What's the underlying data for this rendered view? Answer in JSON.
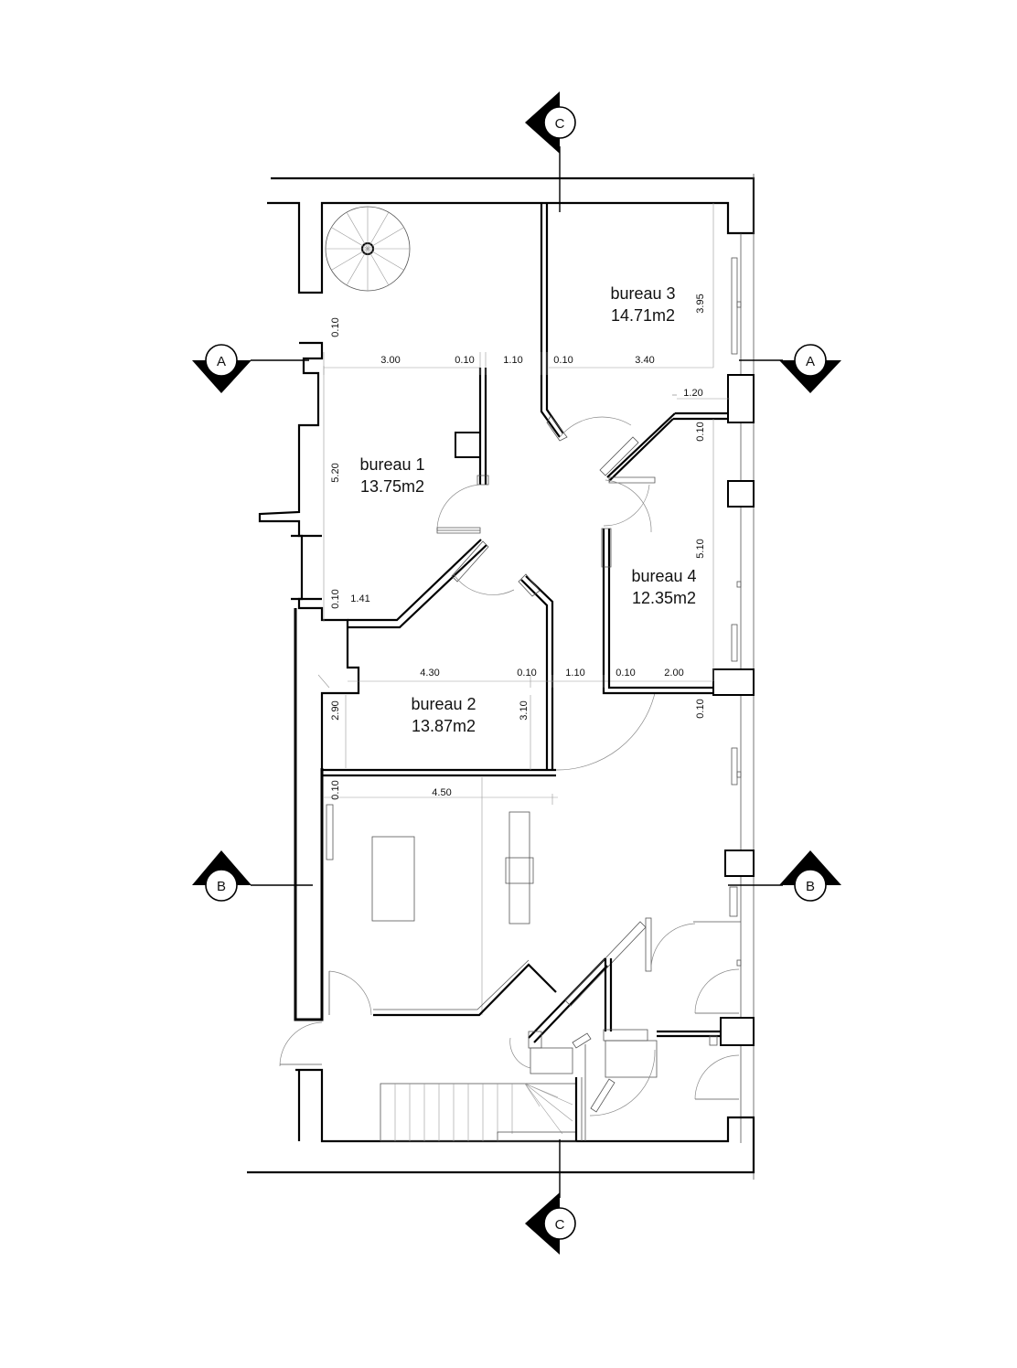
{
  "rooms": [
    {
      "name": "bureau 1",
      "area": "13.75m2"
    },
    {
      "name": "bureau 2",
      "area": "13.87m2"
    },
    {
      "name": "bureau 3",
      "area": "14.71m2"
    },
    {
      "name": "bureau 4",
      "area": "12.35m2"
    }
  ],
  "dimensions": {
    "top_row": [
      "3.00",
      "0.10",
      "1.10",
      "0.10",
      "3.40"
    ],
    "bureau3_height": "3.95",
    "bureau3_top_offset": "0.10",
    "bureau4_width_top": "1.20",
    "bureau4_right_offset": "0.10",
    "bureau4_height": "5.10",
    "bureau1_height": "5.20",
    "bureau1_bottom_offset": "0.10",
    "bureau1_diag": "1.41",
    "mid_row": [
      "4.30",
      "0.10",
      "1.10",
      "0.10",
      "2.00"
    ],
    "bureau2_left": "2.90",
    "bureau2_right": "3.10",
    "bureau4_bottom_offset": "0.10",
    "bottom_row_offset": "0.10",
    "bottom_row_width": "4.50"
  },
  "section_markers": {
    "a_left": "A",
    "a_right": "A",
    "b_left": "B",
    "b_right": "B",
    "c_top": "C",
    "c_bottom": "C"
  }
}
